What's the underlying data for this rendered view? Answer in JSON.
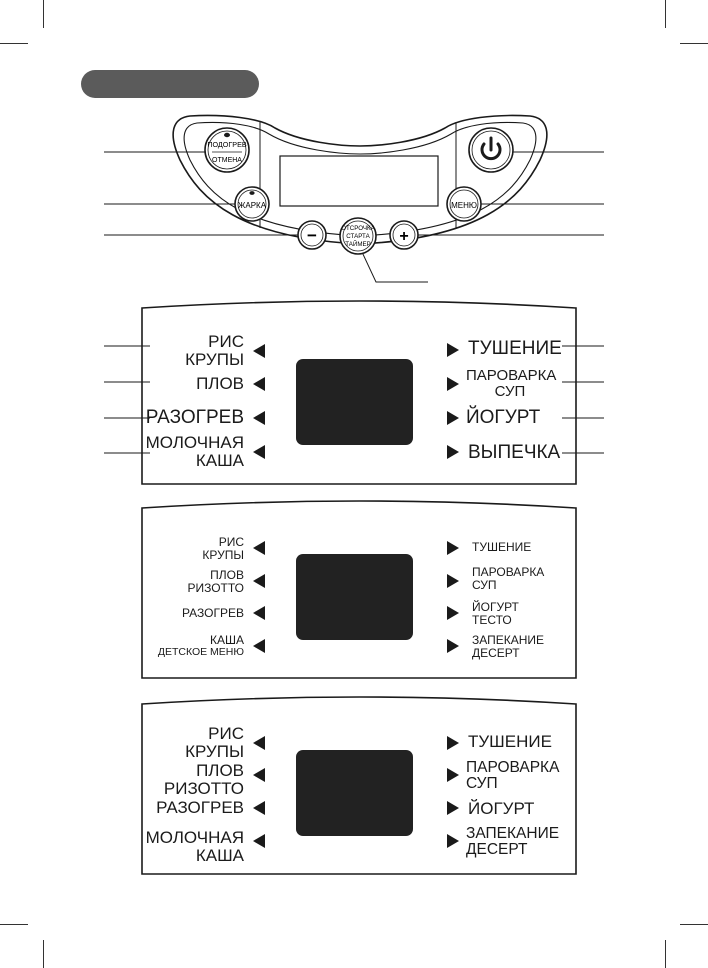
{
  "control_panel": {
    "buttons": {
      "warm_top": "ПОДОГРЕВ",
      "warm_bottom": "ОТМЕНА",
      "fry": "ЖАРКА",
      "menu": "МЕНЮ",
      "minus": "−",
      "plus": "+",
      "delay_1": "ОТСРОЧКА",
      "delay_2": "СТАРТА",
      "delay_3": "ТАЙМЕР"
    }
  },
  "panel_a": {
    "left": [
      {
        "l1": "РИС",
        "l2": "КРУПЫ"
      },
      {
        "l1": "ПЛОВ",
        "l2": ""
      },
      {
        "l1": "РАЗОГРЕВ",
        "l2": ""
      },
      {
        "l1": "МОЛОЧНАЯ",
        "l2": "КАША"
      }
    ],
    "right": [
      {
        "l1": "ТУШЕНИЕ",
        "l2": ""
      },
      {
        "l1": "ПАРОВАРКА",
        "l2": "СУП"
      },
      {
        "l1": "ЙОГУРТ",
        "l2": ""
      },
      {
        "l1": "ВЫПЕЧКА",
        "l2": ""
      }
    ]
  },
  "panel_b": {
    "left": [
      {
        "l1": "РИС",
        "l2": "КРУПЫ"
      },
      {
        "l1": "ПЛОВ",
        "l2": "РИЗОТТО"
      },
      {
        "l1": "РАЗОГРЕВ",
        "l2": ""
      },
      {
        "l1": "КАША",
        "l2": "ДЕТСКОЕ МЕНЮ"
      }
    ],
    "right": [
      {
        "l1": "ТУШЕНИЕ",
        "l2": ""
      },
      {
        "l1": "ПАРОВАРКА",
        "l2": "СУП"
      },
      {
        "l1": "ЙОГУРТ",
        "l2": "ТЕСТО"
      },
      {
        "l1": "ЗАПЕКАНИЕ",
        "l2": "ДЕСЕРТ"
      }
    ]
  },
  "panel_c": {
    "left": [
      {
        "l1": "РИС",
        "l2": "КРУПЫ"
      },
      {
        "l1": "ПЛОВ",
        "l2": "РИЗОТТО"
      },
      {
        "l1": "РАЗОГРЕВ",
        "l2": ""
      },
      {
        "l1": "МОЛОЧНАЯ",
        "l2": "КАША"
      }
    ],
    "right": [
      {
        "l1": "ТУШЕНИЕ",
        "l2": ""
      },
      {
        "l1": "ПАРОВАРКА",
        "l2": "СУП"
      },
      {
        "l1": "ЙОГУРТ",
        "l2": ""
      },
      {
        "l1": "ЗАПЕКАНИЕ",
        "l2": "ДЕСЕРТ"
      }
    ]
  },
  "colors": {
    "ink": "#1a1a1a",
    "header_pill": "#5b5b5b",
    "lcd": "#222222"
  }
}
